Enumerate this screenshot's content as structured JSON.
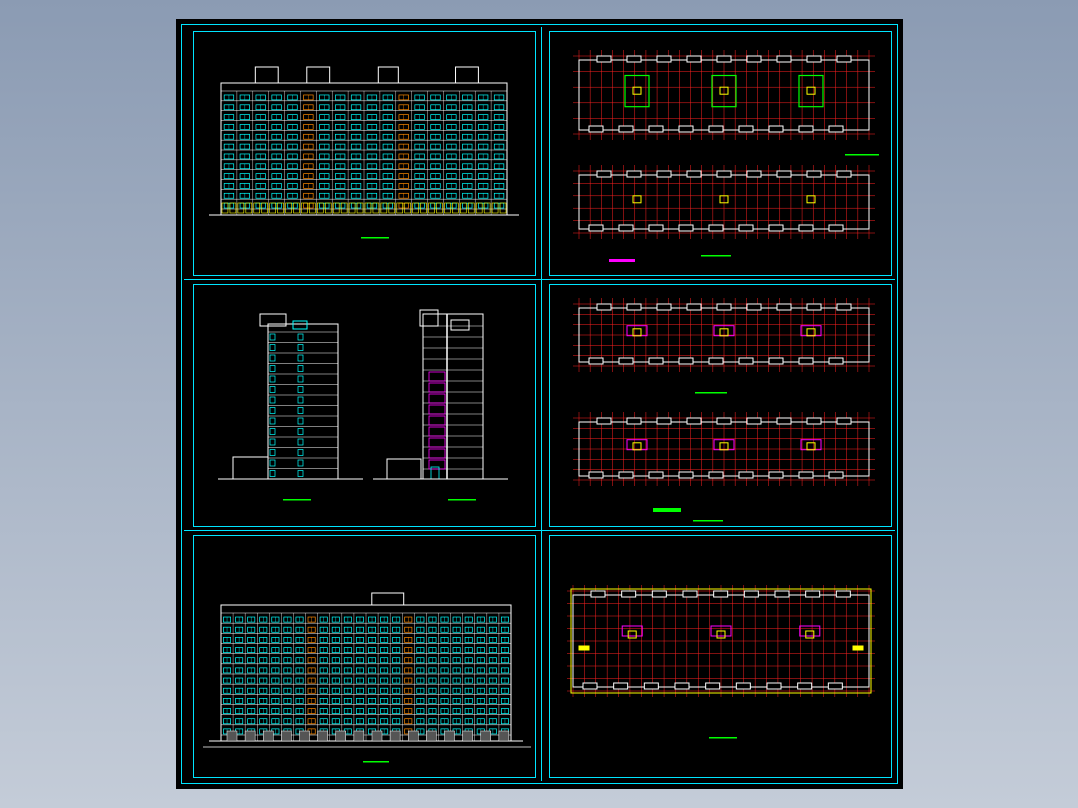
{
  "viewer": {
    "background_top": "#8b9bb3",
    "background_bottom": "#c4ccd8"
  },
  "sheet": {
    "background": "#000000",
    "frame_color": "#00e5ff"
  },
  "colors": {
    "outline": "#ffffff",
    "window": "#00ffff",
    "accent": "#ff8c00",
    "grid": "#ff2222",
    "stair": "#00ff00",
    "core": "#ff00ff",
    "title_bar": "#00ff00",
    "slab": "#ffff00"
  },
  "panels": [
    {
      "id": "front-elevation",
      "kind": "elevation-front"
    },
    {
      "id": "roof-and-typical-plans",
      "kind": "plan-pair-a"
    },
    {
      "id": "side-elevation-and-section",
      "kind": "side-and-section"
    },
    {
      "id": "upper-floor-plans",
      "kind": "plan-pair-b"
    },
    {
      "id": "rear-elevation",
      "kind": "elevation-rear"
    },
    {
      "id": "ground-floor-plan",
      "kind": "plan-ground"
    }
  ]
}
